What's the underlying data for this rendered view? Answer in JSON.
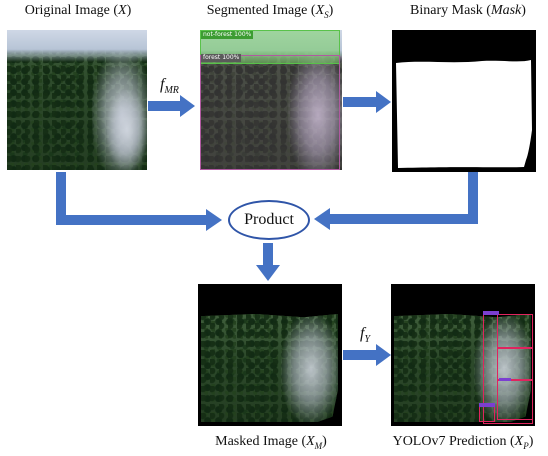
{
  "captions": {
    "original_text": "Original Image (",
    "original_math": "X",
    "original_close": ")",
    "segmented_text": "Segmented Image (",
    "segmented_math": "X",
    "segmented_sub": "S",
    "segmented_close": ")",
    "mask_text": "Binary Mask (",
    "mask_math": "Mask",
    "mask_close": ")",
    "masked_text": "Masked Image (",
    "masked_math": "X",
    "masked_sub": "M",
    "masked_close": ")",
    "yolo_text": "YOLOv7 Prediction (",
    "yolo_math": "X",
    "yolo_sub": "P",
    "yolo_close": ")"
  },
  "labels": {
    "f_mr": "f",
    "f_mr_sub": "MR",
    "f_y": "f",
    "f_y_sub": "Y",
    "product": "Product"
  },
  "segmentation": {
    "tag_not_forest": "not-forest 100%",
    "tag_forest": "forest 100%"
  },
  "colors": {
    "arrow": "#4472c4",
    "ellipse_border": "#2f55a8",
    "seg_green": "#59c24a",
    "seg_purple": "#b05aa0",
    "det_red": "#e0245e"
  }
}
